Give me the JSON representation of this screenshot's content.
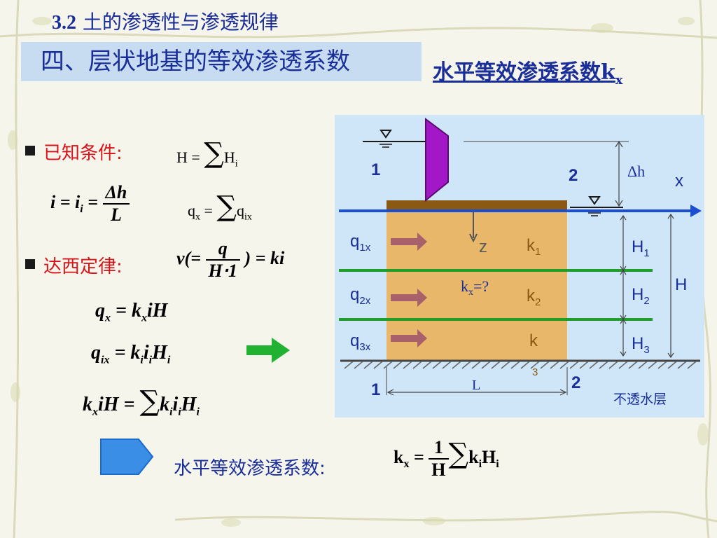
{
  "title": {
    "number": "3.2",
    "text": " 土的渗透性与渗透规律"
  },
  "section_banner": "四、层状地基的等效渗透系数",
  "kx_heading": {
    "text": "水平等效渗透系数k",
    "sub": "x"
  },
  "known_conditions": {
    "label": "已知条件:",
    "eq1": {
      "lhs": "H =",
      "rhs": "H",
      "rhs_sub": "i"
    },
    "eq2": {
      "lhs": "i = i",
      "lhs_sub": "i",
      "eq": "=",
      "num": "Δh",
      "den": "L"
    },
    "eq3": {
      "lhs": "q",
      "lhs_sub": "x",
      "eq": "=",
      "rhs": "q",
      "rhs_sub": "ix"
    }
  },
  "darcy": {
    "label": "达西定律:",
    "eq": {
      "lhs": "v(=",
      "num": "q",
      "den": "H⋅1",
      "rhs": ") = ki"
    }
  },
  "equations": {
    "e1": {
      "a": "q",
      "a_sub": "x",
      "b": " = k",
      "b_sub": "x",
      "c": "iH"
    },
    "e2": {
      "a": "q",
      "a_sub": "ix",
      "b": " = k",
      "b_sub": "i",
      "c": "i",
      "c_sub": "i",
      "d": "H",
      "d_sub": "i"
    },
    "e3": {
      "a": "k",
      "a_sub": "x",
      "b": "iH = ",
      "c": "k",
      "c_sub": "i",
      "d": "i",
      "d_sub": "i",
      "e": "H",
      "e_sub": "i"
    }
  },
  "result": {
    "text": "水平等效渗透系数:",
    "eq": {
      "lhs": "k",
      "lhs_sub": "x",
      "eq": "=",
      "num": "1",
      "den": "H",
      "rhs": "k",
      "rhs_sub": "i",
      "rhs2": "H",
      "rhs2_sub": "i"
    }
  },
  "diagram": {
    "section1_top": "1",
    "section2_top": "2",
    "section1_bottom": "1",
    "section2_bottom": "2",
    "delta_h": "Δh",
    "x_axis": "x",
    "z_axis": "z",
    "flows": [
      {
        "q": "q",
        "sub": "1x"
      },
      {
        "q": "q",
        "sub": "2x"
      },
      {
        "q": "q",
        "sub": "3x"
      }
    ],
    "layers_k": [
      {
        "k": "k",
        "sub": "1"
      },
      {
        "k": "k",
        "sub": "2"
      },
      {
        "k": "k",
        "sub": "3"
      }
    ],
    "kx_unknown": {
      "k": "k",
      "sub": "x",
      "rest": "=?"
    },
    "heights": [
      {
        "h": "H",
        "sub": "1"
      },
      {
        "h": "H",
        "sub": "2"
      },
      {
        "h": "H",
        "sub": "3"
      }
    ],
    "total_height": "H",
    "length": "L",
    "impermeable": "不透水层"
  },
  "colors": {
    "diagram_bg": "#cfe6f8",
    "soil": "#e9b769",
    "soil_top": "#8a5a14",
    "gate": "#a218c8",
    "flow_line": "#1b4fd0",
    "layer_line": "#1f9e2a",
    "flow_arrow": "#a8606a",
    "green_arrow": "#22b232",
    "title_blue": "#1a2e9a",
    "label_red": "#d8141b"
  }
}
